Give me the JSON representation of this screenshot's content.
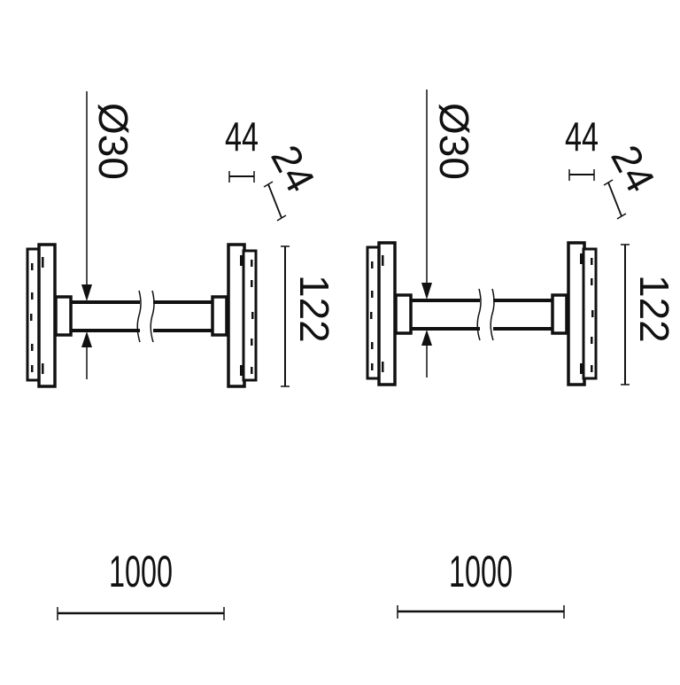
{
  "drawing": {
    "title": "Towel rail dimensional drawing",
    "line_color": "#111111",
    "background": "#ffffff",
    "views": [
      {
        "id": "left-view",
        "dimensions": {
          "tube_diameter": "Ø30",
          "flange_depth": "44",
          "plate_depth": "24",
          "flange_height": "122",
          "length": "1000"
        }
      },
      {
        "id": "right-view",
        "dimensions": {
          "tube_diameter": "Ø30",
          "flange_depth": "44",
          "plate_depth": "24",
          "flange_height": "122",
          "length": "1000"
        }
      }
    ]
  }
}
